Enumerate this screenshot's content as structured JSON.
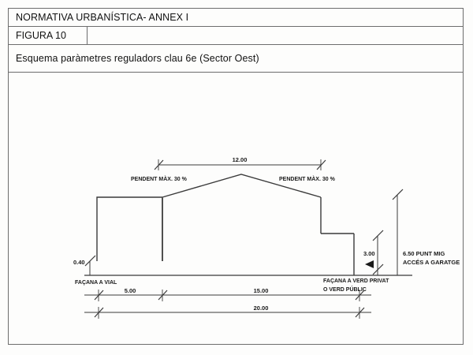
{
  "document": {
    "title": "NORMATIVA URBANÍSTICA- ANNEX I",
    "figure_label": "FIGURA 10",
    "figure_value": "",
    "subtitle": "Esquema paràmetres reguladors clau 6e (Sector Oest)"
  },
  "drawing": {
    "name": "building-section-diagram",
    "labels": {
      "slope_left": "PENDENT MÀX. 30 %",
      "slope_right": "PENDENT MÀX. 30 %",
      "facade_street": "FAÇANA A VIAL",
      "facade_green_line1": "FAÇANA A VERD PRIVAT",
      "facade_green_line2": "O VERD PÚBLIC",
      "midpoint_line1": "6.50  PUNT MIG",
      "midpoint_line2": "ACCÉS A GARATGE"
    },
    "dimensions": {
      "roof_width": "12.00",
      "wall_height_left": "0.40",
      "garage_height": "3.00",
      "depth_front": "5.00",
      "depth_rear": "15.00",
      "depth_total": "20.00"
    },
    "colors": {
      "line": "#3a3a3a",
      "frame": "#6d6d6d",
      "text": "#1a1a1a",
      "background": "#fdfdfc"
    }
  }
}
